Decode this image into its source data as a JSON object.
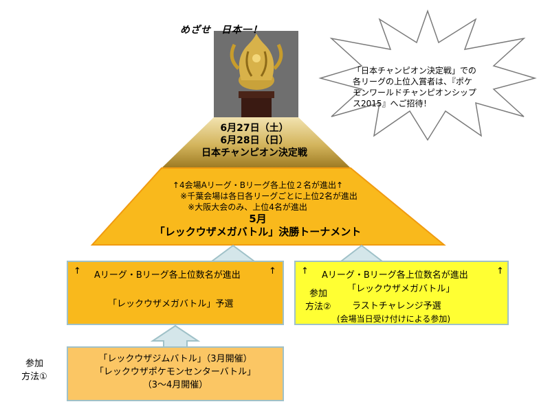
{
  "slogan": "めざせ　日本一！",
  "apex": {
    "date1": "6月27日（土）",
    "date2": "6月28日（日）",
    "event": "日本チャンピオン決定戦"
  },
  "final": {
    "line1": "↑4会場Aリーグ・Bリーグ各上位２名が進出↑",
    "line2": "※千葉会場は各日各リーグごとに上位2名が進出",
    "line3": "※大阪大会のみ、上位4名が進出",
    "month": "5月",
    "title": "「レックウザメガバトル」決勝トーナメント"
  },
  "box_a": {
    "arrow_left": "↑",
    "advance": "Aリーグ・Bリーグ各上位数名が進出",
    "arrow_right": "↑",
    "name": "「レックウザメガバトル」予選"
  },
  "box_b": {
    "arrow_left": "↑",
    "advance": "Aリーグ・Bリーグ各上位数名が進出",
    "arrow_right": "↑",
    "method_line1": "参加",
    "method_line2": "方法②",
    "name_line1": "「レックウザメガバトル」",
    "name_line2": "ラストチャレンジ予選",
    "note": "(会場当日受け付けによる参加)"
  },
  "box_c": {
    "line1": "「レックウザジムバトル」（3月開催）",
    "line2": "「レックウザポケモンセンターバトル」",
    "line3": "（3～4月開催）"
  },
  "method1": {
    "line1": "参加",
    "line2": "方法①"
  },
  "callout": {
    "line1": "「日本チャンピオン決定戦」での",
    "line2": "各リーグの上位入賞者は、『ポケ",
    "line3": "モンワールドチャンピオンシップ",
    "line4": "ス2015』へご招待！"
  },
  "colors": {
    "orange": "#f9b91c",
    "yellow": "#ffff33",
    "light_orange": "#fbc664",
    "arrow_fill": "#d4e6ea",
    "arrow_stroke": "#9fc1c8"
  }
}
